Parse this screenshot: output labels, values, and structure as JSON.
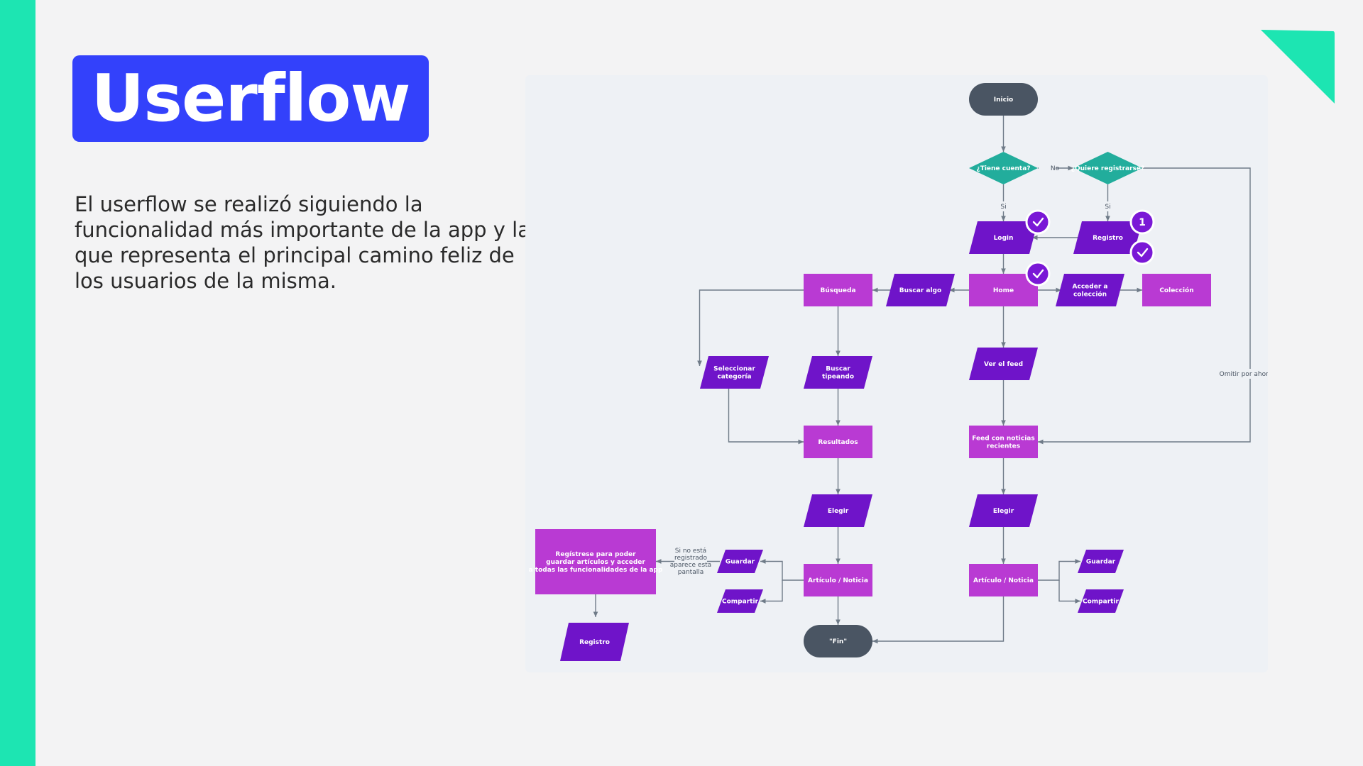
{
  "slide": {
    "title": "Userflow",
    "description": "El userflow se realizó siguiendo la funcionalidad más importante de la app y la que representa el principal camino feliz de los usuarios de la misma.",
    "colors": {
      "accent_green": "#1de5b2",
      "title_blue": "#3341fb"
    }
  },
  "flowchart": {
    "colors": {
      "terminal": "#4a5563",
      "decision": "#22ad9c",
      "process": "#b93ad3",
      "io": "#6f14c9",
      "badge": "#7a18d6",
      "edge": "#6f7b88"
    },
    "nodes": {
      "inicio": {
        "label": "Inicio",
        "shape": "terminal"
      },
      "tiene_cuenta": {
        "label": "¿Tiene cuenta?",
        "shape": "decision"
      },
      "quiere_registrarse": {
        "label": "¿Quiere registrarse?",
        "shape": "decision"
      },
      "login": {
        "label": "Login",
        "shape": "io"
      },
      "registro_top": {
        "label": "Registro",
        "shape": "io"
      },
      "home": {
        "label": "Home",
        "shape": "process"
      },
      "buscar_algo": {
        "label": "Buscar algo",
        "shape": "io"
      },
      "busqueda": {
        "label": "Búsqueda",
        "shape": "process"
      },
      "acceder_coleccion": {
        "label": [
          "Acceder a",
          "colección"
        ],
        "shape": "io"
      },
      "coleccion": {
        "label": "Colección",
        "shape": "process"
      },
      "seleccionar_categoria": {
        "label": [
          "Seleccionar",
          "categoría"
        ],
        "shape": "io"
      },
      "buscar_tipeando": {
        "label": [
          "Buscar",
          "tipeando"
        ],
        "shape": "io"
      },
      "ver_feed": {
        "label": "Ver el feed",
        "shape": "io"
      },
      "resultados": {
        "label": "Resultados",
        "shape": "process"
      },
      "feed_noticias": {
        "label": [
          "Feed con noticias",
          "recientes"
        ],
        "shape": "process"
      },
      "elegir_left": {
        "label": "Elegir",
        "shape": "io"
      },
      "elegir_right": {
        "label": "Elegir",
        "shape": "io"
      },
      "articulo_left": {
        "label": "Artículo / Noticia",
        "shape": "process"
      },
      "articulo_right": {
        "label": "Artículo / Noticia",
        "shape": "process"
      },
      "guardar_left": {
        "label": "Guardar",
        "shape": "io"
      },
      "compartir_left": {
        "label": "Compartir",
        "shape": "io"
      },
      "guardar_right": {
        "label": "Guardar",
        "shape": "io"
      },
      "compartir_right": {
        "label": "Compartir",
        "shape": "io"
      },
      "registrese_box": {
        "label": [
          "Regístrese para poder",
          "guardar artículos y acceder",
          "a todas las funcionalidades de la app"
        ],
        "shape": "process"
      },
      "registro_bottom": {
        "label": "Registro",
        "shape": "io"
      },
      "fin": {
        "label": "\"Fin\"",
        "shape": "terminal"
      }
    },
    "edge_labels": {
      "no": "No",
      "si_left": "Si",
      "si_right": "Si",
      "omitir": "Omitir por ahora",
      "no_registrado": [
        "Si no está",
        "registrado",
        "aparece esta",
        "pantalla"
      ]
    },
    "badges": {
      "registro_number": "1"
    }
  }
}
